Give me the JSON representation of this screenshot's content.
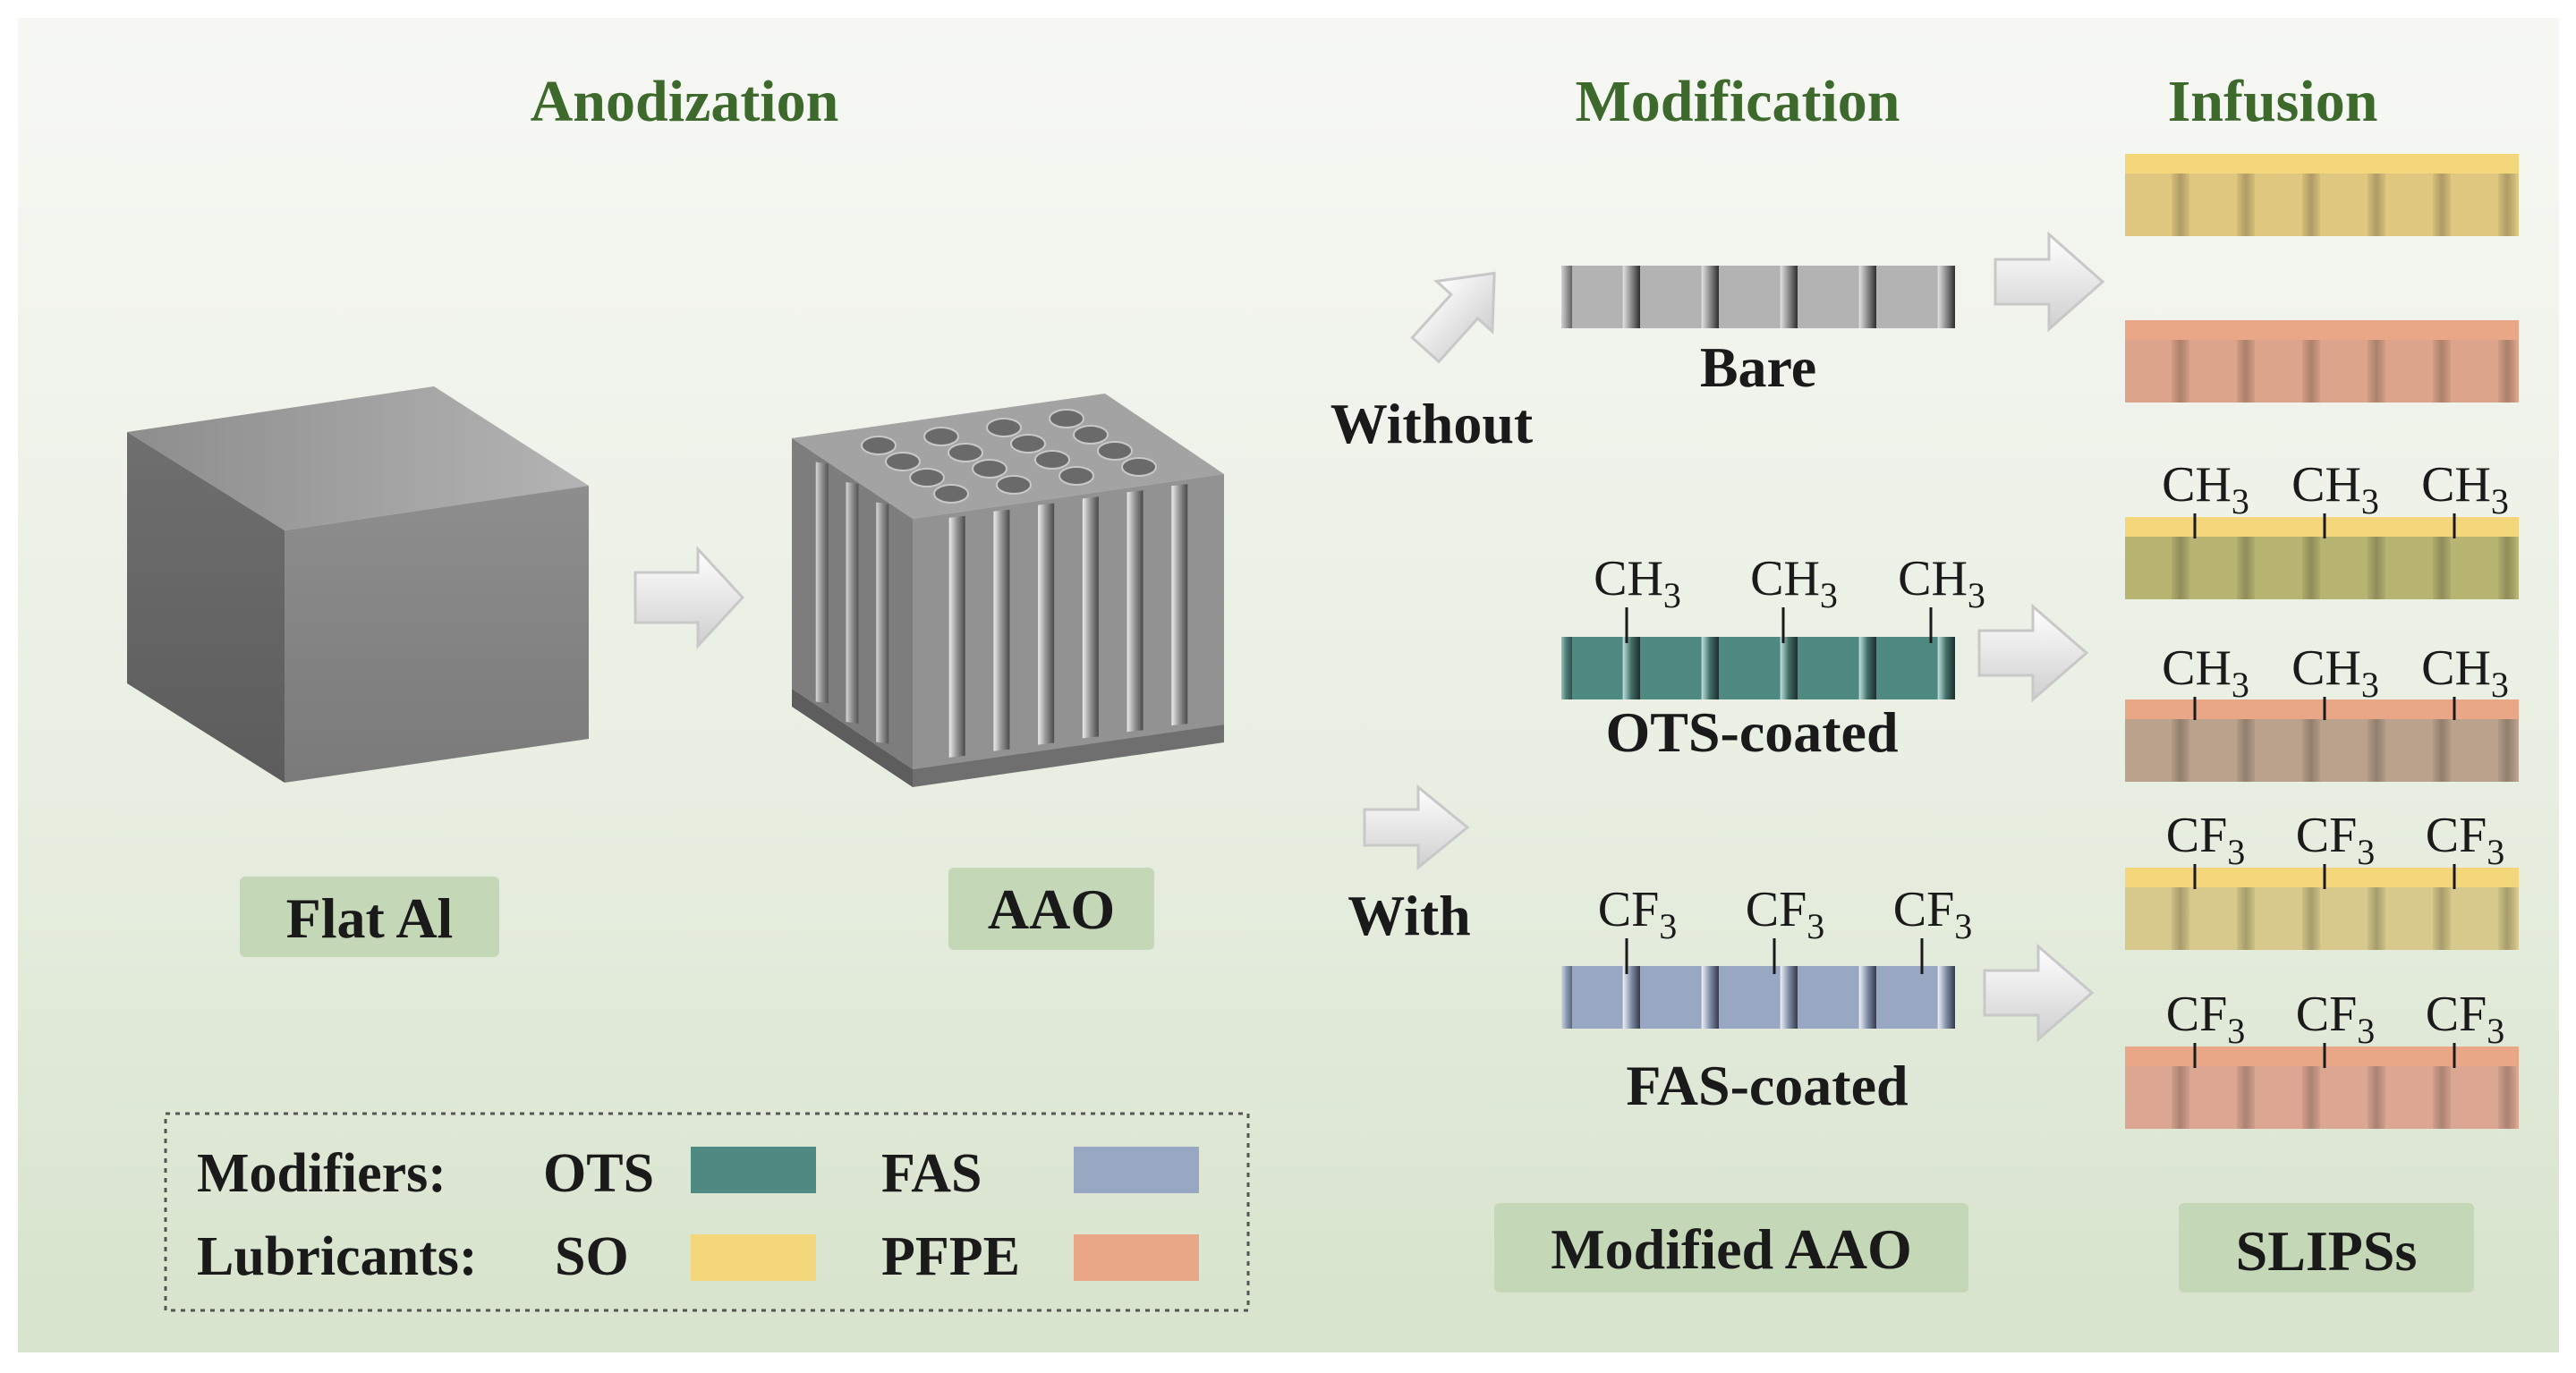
{
  "headers": {
    "anodization": "Anodization",
    "modification": "Modification",
    "infusion": "Infusion"
  },
  "labels": {
    "flat_al": "Flat Al",
    "aao": "AAO",
    "without": "Without",
    "with": "With",
    "bare": "Bare",
    "ots_coated": "OTS-coated",
    "fas_coated": "FAS-coated",
    "modified_aao": "Modified AAO",
    "slips": "SLIPSs"
  },
  "chem": {
    "ch3": "CH",
    "cf3": "CF",
    "subscript": "3"
  },
  "legend": {
    "modifiers": "Modifiers:",
    "lubricants": "Lubricants:",
    "ots": "OTS",
    "fas": "FAS",
    "so": "SO",
    "pfpe": "PFPE"
  },
  "colors": {
    "header_text": "#3d6a2c",
    "ots": "#4f8a82",
    "fas": "#99a8c2",
    "so": "#f3d77a",
    "pfpe": "#eaa787",
    "label_box": "#c4d7b6"
  }
}
